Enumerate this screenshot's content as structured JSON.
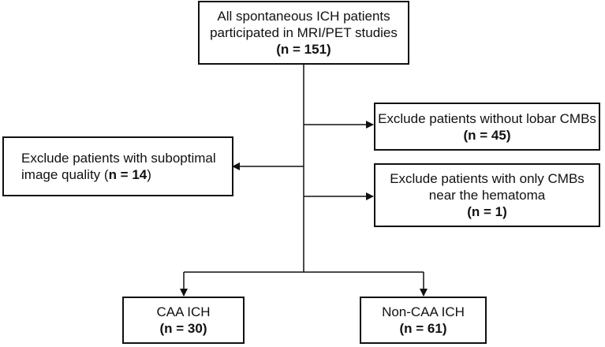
{
  "boxes": {
    "top": {
      "line1": "All spontaneous ICH patients",
      "line2": "participated in MRI/PET studies",
      "count": "(n = 151)"
    },
    "exclude_lobar": {
      "line1": "Exclude patients without lobar CMBs",
      "count": "(n = 45)"
    },
    "exclude_quality": {
      "line1": "Exclude patients with suboptimal",
      "line2_text": "image quality (",
      "line2_n": "n = 14",
      "line2_end": ")"
    },
    "exclude_hematoma": {
      "line1": "Exclude patients with only CMBs",
      "line2": "near the hematoma",
      "count": "(n = 1)"
    },
    "caa": {
      "line1": "CAA ICH",
      "count": "(n = 30)"
    },
    "non_caa": {
      "line1": "Non-CAA ICH",
      "count": "(n = 61)"
    }
  }
}
